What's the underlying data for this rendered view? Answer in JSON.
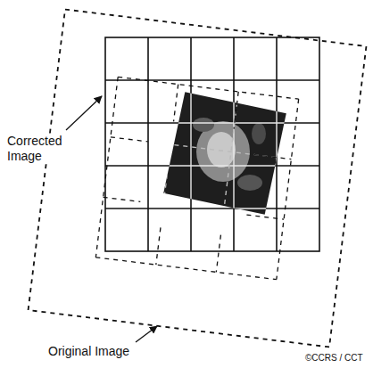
{
  "diagram": {
    "labels": [
      "Corrected Image",
      "Original Image",
      "©CCRS / CCT"
    ]
  }
}
